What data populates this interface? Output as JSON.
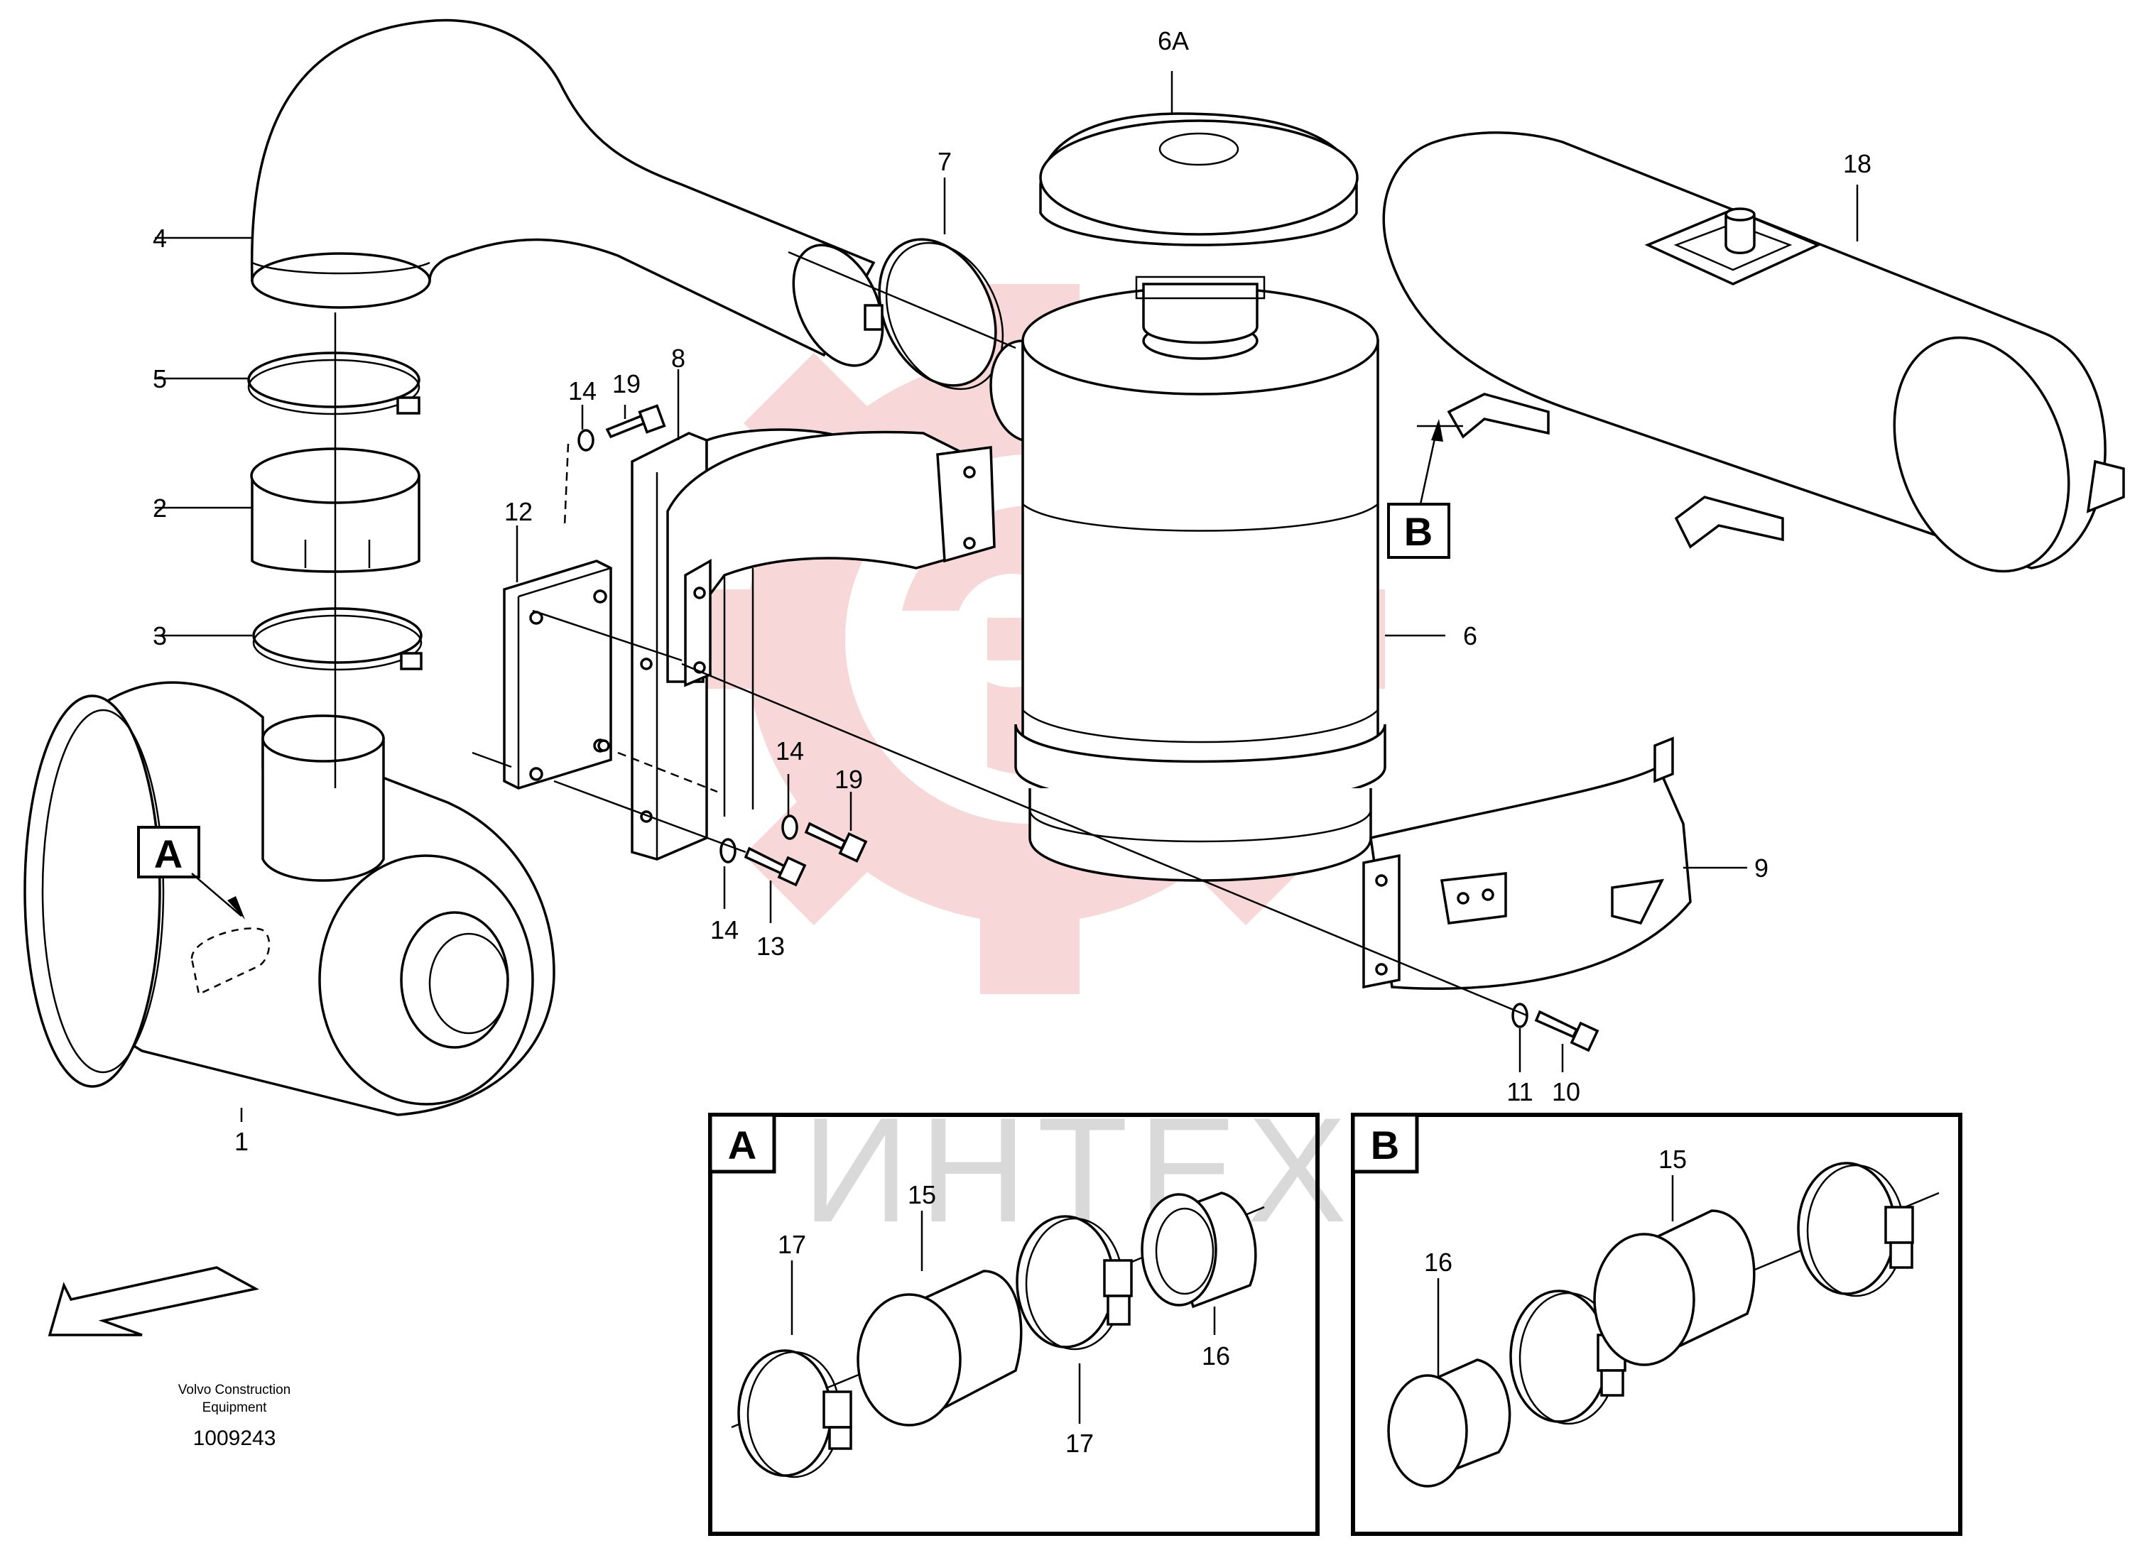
{
  "labels": {
    "p1": "1",
    "p2": "2",
    "p3": "3",
    "p4": "4",
    "p5": "5",
    "p6": "6",
    "p6a": "6A",
    "p7": "7",
    "p8": "8",
    "p9": "9",
    "p10": "10",
    "p11": "11",
    "p12": "12",
    "p13": "13",
    "p14a": "14",
    "p14b": "14",
    "p14c": "14",
    "p18": "18",
    "p19a": "19",
    "p19b": "19",
    "detA_15": "15",
    "detA_16": "16",
    "detA_17a": "17",
    "detA_17b": "17",
    "detB_15": "15",
    "detB_16": "16"
  },
  "callouts": {
    "a": "A",
    "b": "B"
  },
  "detail_titles": {
    "a": "A",
    "b": "B"
  },
  "footer": {
    "company_line1": "Volvo Construction",
    "company_line2": "Equipment",
    "drawing_number": "1009243"
  },
  "watermark": {
    "text": "ИНТЕХ",
    "color": "#f2b8b8"
  }
}
